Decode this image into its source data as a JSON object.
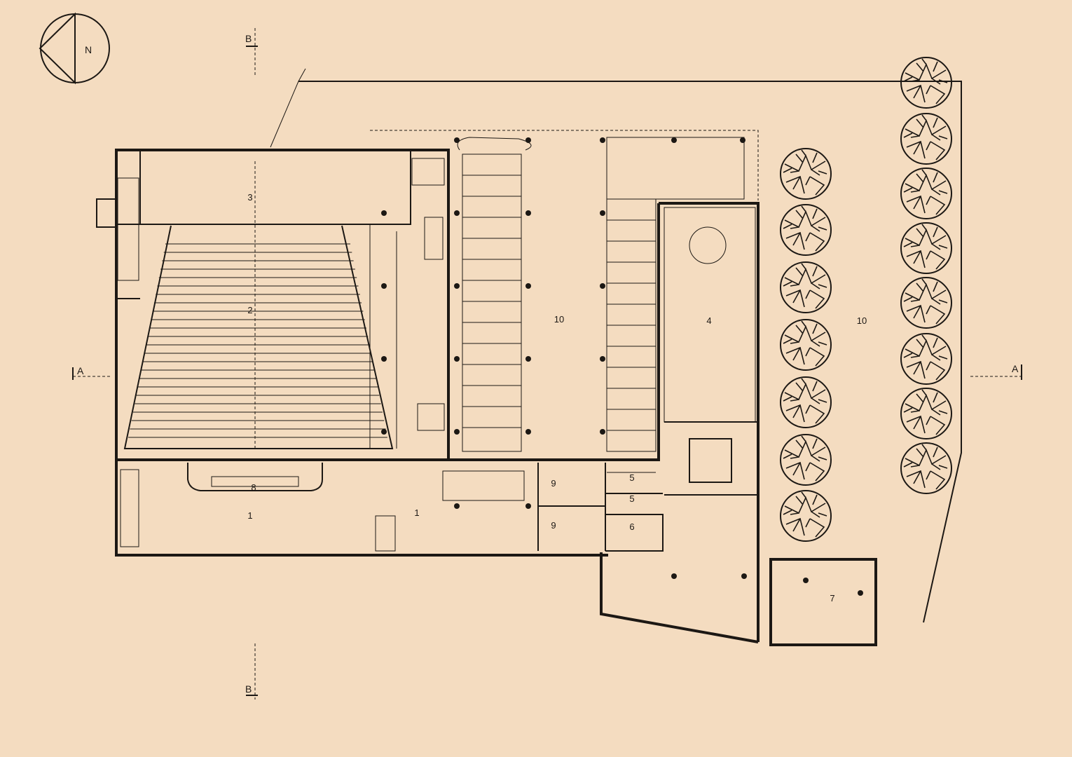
{
  "compass": {
    "label": "N"
  },
  "section_marks": {
    "a_left": "A",
    "a_right": "A",
    "b_top": "B",
    "b_bottom": "B"
  },
  "room_labels": [
    "3",
    "2",
    "10",
    "4",
    "10",
    "1",
    "8",
    "1",
    "9",
    "9",
    "5",
    "5",
    "6",
    "7"
  ],
  "colors": {
    "paper": "#f4dcc0",
    "ink": "#1c1814"
  },
  "icons": [
    "north-arrow-icon",
    "tree-icon",
    "stair-icon",
    "column-icon"
  ]
}
